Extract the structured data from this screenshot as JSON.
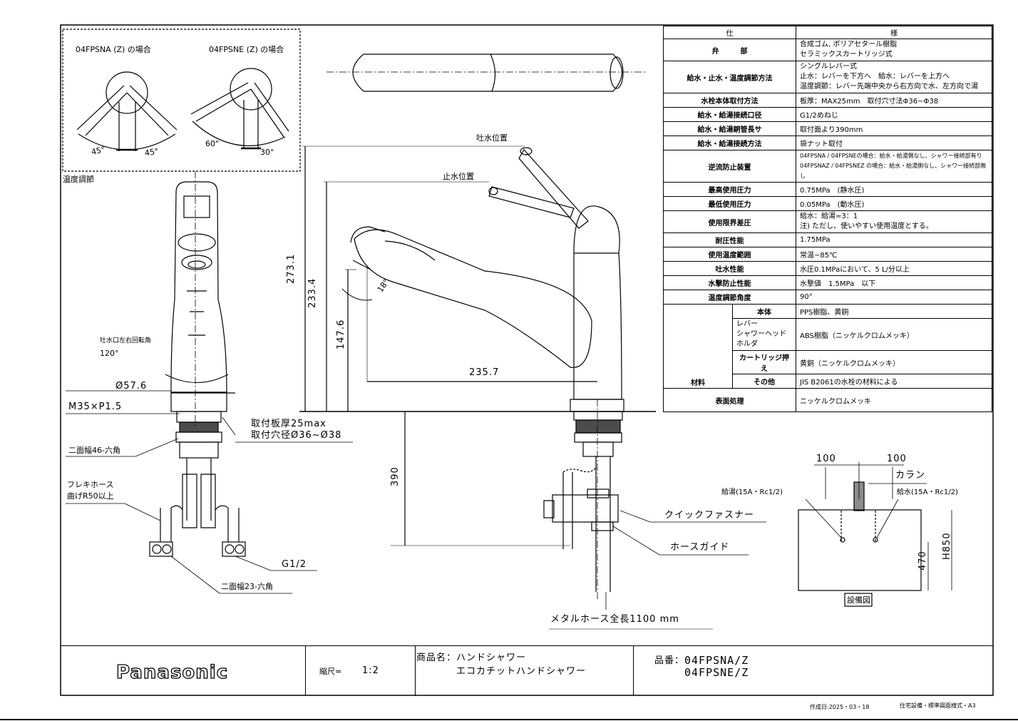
{
  "variants": {
    "na_label": "04FPSNA (Z) の場合",
    "ne_label": "04FPSNE (Z) の場合",
    "na_angles": [
      "45°",
      "45°"
    ],
    "ne_angles": [
      "60°",
      "30°"
    ],
    "temp_control": "温度調節"
  },
  "front_view": {
    "rotation_label": "吐水口左右回転角",
    "rotation_angle": "120°",
    "diameter": "Ø57.6",
    "thread": "M35×P1.5",
    "plate_thickness": "取付板厚25max",
    "hole_diameter": "取付穴径Ø36~Ø38",
    "hex_46": "二面幅46-六角",
    "flex_hose_1": "フレキホース",
    "flex_hose_2": "曲げR50以上",
    "g_half": "G1/2",
    "hex_23": "二面幅23-六角"
  },
  "side_view": {
    "spout_pos": "吐水位置",
    "stop_pos": "止水位置",
    "dim_273": "273.1",
    "dim_233": "233.4",
    "dim_147": "147.6",
    "dim_235": "235.7",
    "dim_390": "390",
    "angle_18": "18°",
    "quick_fastener": "クイックファスナー",
    "hose_guide": "ホースガイド",
    "metal_hose": "メタルホース全長1100 mm"
  },
  "install": {
    "dim_left": "100",
    "dim_right": "100",
    "karan": "カラン",
    "hot": "給湯(15A・Rc1/2)",
    "cold": "給水(15A・Rc1/2)",
    "h470": "470",
    "h850": "H850",
    "caption": "設備図"
  },
  "spec": {
    "head_left": "仕",
    "head_right": "様",
    "valve_label": "弁　　　部",
    "valve_val": [
      "合成ゴム, ポリアセタール樹脂",
      "セラミックスカートリッジ式"
    ],
    "control_label": "給水・止水・温度調節方法",
    "control_val": [
      "シングルレバー式",
      "止水：レバーを下方へ　給水：レバーを上方へ",
      "温度調節：レバー先端中央から右方向で水、左方向で湯"
    ],
    "mount_label": "水栓本体取付方法",
    "mount_val": "板厚：MAX25mm　取付穴寸法Φ36~Φ38",
    "port_label": "給水・給湯接続口径",
    "port_val": "G1/2めねじ",
    "pipe_label": "給水・給湯銅管長サ",
    "pipe_val": "取付面より390mm",
    "conn_label": "給水・給湯接続方法",
    "conn_val": "袋ナット取付",
    "backflow_label": "逆流防止装置",
    "backflow_val": [
      "04FPSNA / 04FPSNEの場合：給水・給湯側なし、シャワー接続部有り",
      "04FPSNAZ / 04FPSNEZ の場合：給水・給湯側なし、シャワー接続部無し"
    ],
    "pmax_label": "最高使用圧力",
    "pmax_val": "0.75MPa　(静水圧)",
    "pmin_label": "最低使用圧力",
    "pmin_val": "0.05MPa　(動水圧)",
    "plimit_label": "使用限界差圧",
    "plimit_val": [
      "給水：給湯=3：1",
      "注) ただし、使いやすい使用温度とする。"
    ],
    "pressure_label": "耐圧性能",
    "pressure_val": "1.75MPa",
    "temp_label": "使用温度範囲",
    "temp_val": "常温~85℃",
    "flow_label": "吐水性能",
    "flow_val": "水圧0.1MPaにおいて、5 L/分以上",
    "hammer_label": "水撃防止性能",
    "hammer_val": "水撃値　1.5MPa　以下",
    "angle_label": "温度調節角度",
    "angle_val": "90°",
    "mat_label": "材料",
    "body_label": "本体",
    "body_val": "PPS樹脂、黄銅",
    "lever_label": [
      "レバー",
      "シャワーヘッド",
      "ホルダ"
    ],
    "lever_val": "ABS樹脂（ニッケルクロムメッキ）",
    "cart_label": "カートリッジ押え",
    "cart_val": "黄銅（ニッケルクロムメッキ）",
    "other_label": "その他",
    "other_val": "JIS B2061の水栓の材料による",
    "surface_label": "表面処理",
    "surface_val": "ニッケルクロムメッキ"
  },
  "title_block": {
    "brand": "Panasonic",
    "scale_label": "縮尺=",
    "scale_val": "1:2",
    "product_label": "商品名：",
    "product_1": "ハンドシャワー",
    "product_2": "エコカチットハンドシャワー",
    "part_label": "品番：",
    "part_1": "04FPSNA/Z",
    "part_2": "04FPSNE/Z",
    "date": "作成日:2025・03・18",
    "format": "住宅設備・標準図面様式・A3"
  }
}
